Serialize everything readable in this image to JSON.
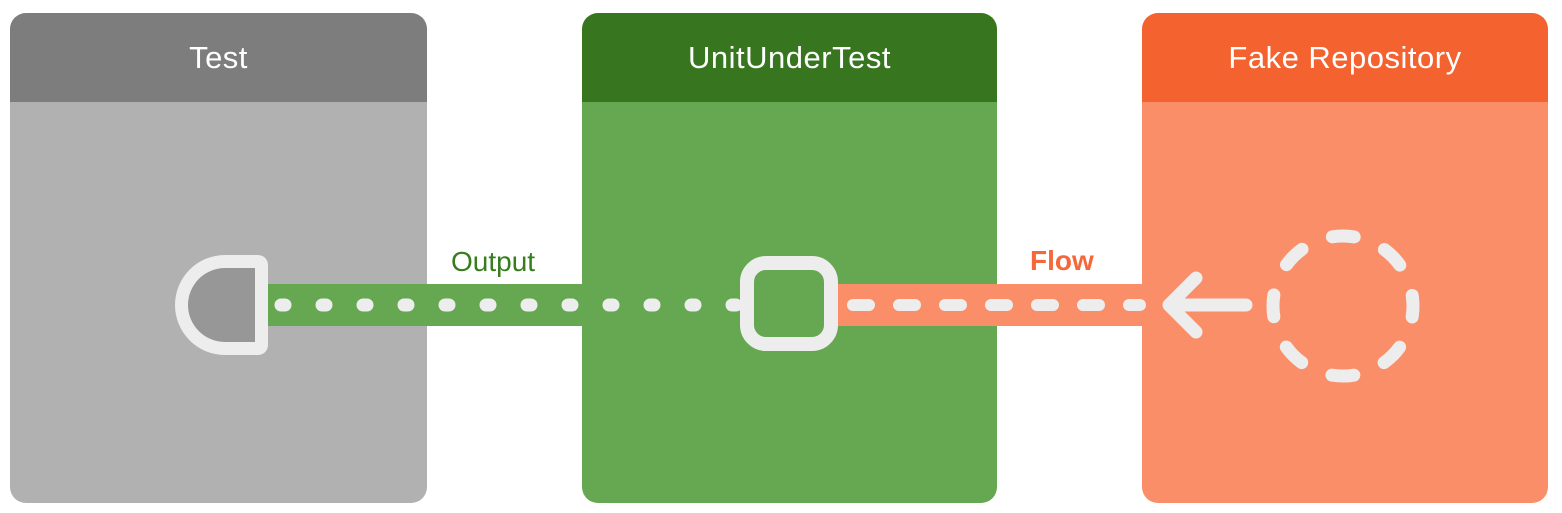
{
  "diagram": {
    "boxes": [
      {
        "id": "test",
        "label": "Test",
        "header_color": "#7d7d7d",
        "body_color": "#b1b1b1"
      },
      {
        "id": "unit-under-test",
        "label": "UnitUnderTest",
        "header_color": "#37761f",
        "body_color": "#66a751"
      },
      {
        "id": "fake-repository",
        "label": "Fake Repository",
        "header_color": "#f4622f",
        "body_color": "#f98e69"
      }
    ],
    "connections": [
      {
        "id": "output",
        "label": "Output",
        "label_color": "#377d1e",
        "style": "dotted-band",
        "from": "unit-under-test",
        "to": "test"
      },
      {
        "id": "flow",
        "label": "Flow",
        "label_color": "#f4683a",
        "style": "dashed-band-with-left-arrow",
        "from": "fake-repository",
        "to": "unit-under-test"
      }
    ],
    "icons": [
      {
        "name": "collector-icon",
        "on": "test"
      },
      {
        "name": "square-state-icon",
        "on": "unit-under-test"
      },
      {
        "name": "left-arrow-icon",
        "on": "fake-repository"
      },
      {
        "name": "dashed-circle-flow-icon",
        "on": "fake-repository"
      }
    ],
    "colors": {
      "icon_white": "#ededed",
      "collector_fill": "#979797",
      "background": "#ffffff"
    }
  }
}
